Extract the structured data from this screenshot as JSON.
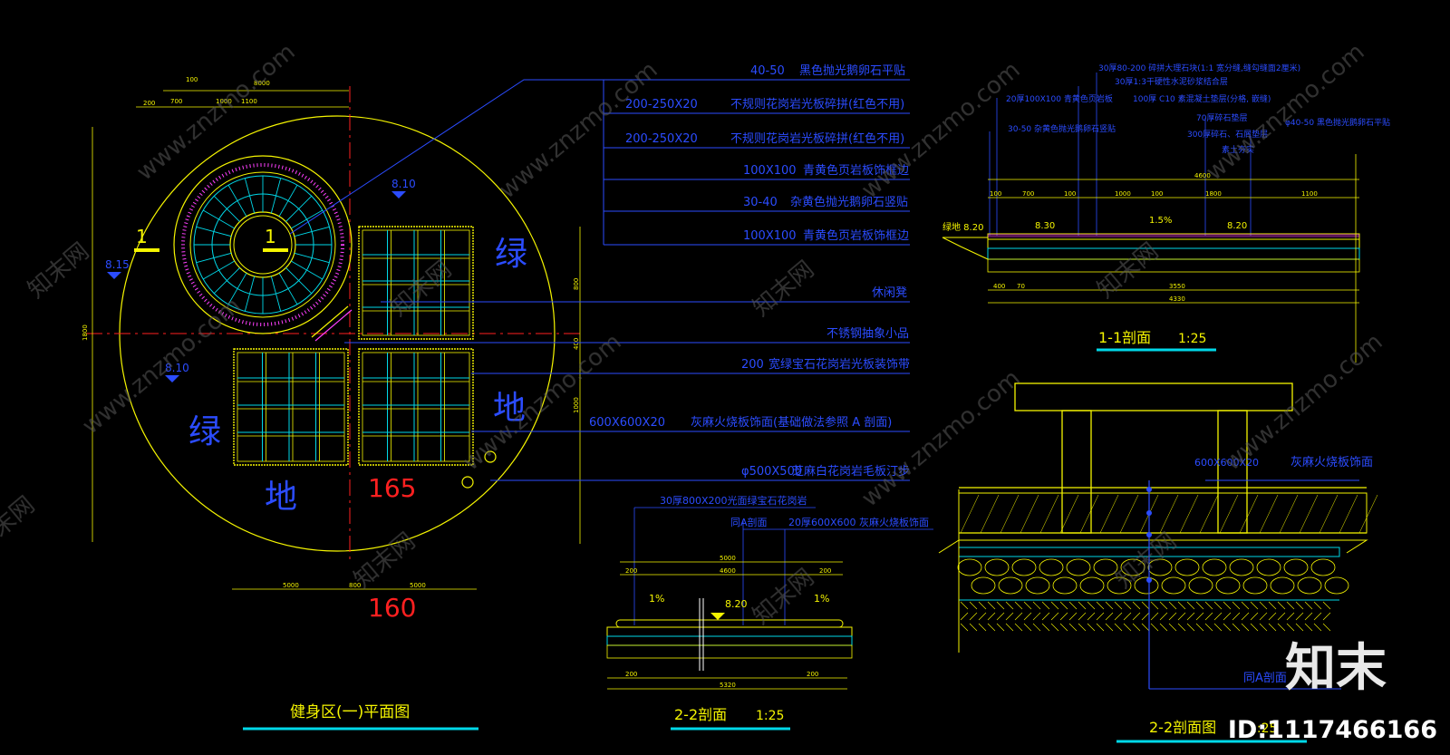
{
  "plan": {
    "title": "健身区(一)平面图",
    "dim_top": [
      "100",
      "8000",
      "200",
      "700",
      "1000",
      "1100"
    ],
    "dim_left": "1800",
    "dim_right": [
      "800",
      "400",
      "1000"
    ],
    "dim_bottom": [
      "5000",
      "800",
      "5000"
    ],
    "elev_1": "8.10",
    "elev_2": "8.15",
    "elev_3": "8.10",
    "section_mark": "1",
    "green_chars": [
      "绿",
      "地",
      "绿",
      "地"
    ],
    "red_num_1": "165",
    "red_num_2": "160"
  },
  "callouts": [
    {
      "spec": "40-50",
      "desc": "黑色抛光鹅卵石平贴"
    },
    {
      "spec": "200-250X20",
      "desc": "不规则花岗岩光板碎拼(红色不用)"
    },
    {
      "spec": "200-250X20",
      "desc": "不规则花岗岩光板碎拼(红色不用)"
    },
    {
      "spec": "100X100",
      "desc": "青黄色页岩板饰框边"
    },
    {
      "spec": "30-40",
      "desc": "杂黄色抛光鹅卵石竖贴"
    },
    {
      "spec": "100X100",
      "desc": "青黄色页岩板饰框边"
    },
    {
      "spec": "",
      "desc": "休闲凳"
    },
    {
      "spec": "",
      "desc": "不锈钢抽象小品"
    },
    {
      "spec": "200",
      "desc": "宽绿宝石花岗岩光板装饰带"
    },
    {
      "spec": "600X600X20",
      "desc": "灰麻火烧板饰面(基础做法参照 A 剖面)"
    },
    {
      "spec": "φ500X500",
      "desc": "芝麻白花岗岩毛板汀步"
    }
  ],
  "section11": {
    "title": "1-1剖面",
    "scale": "1:25",
    "notes": [
      "30厚80-200 碎拼大理石块(1:1 宽分缝,缝勾缝面2厘米)",
      "30厚1:3干硬性水泥砂浆结合层",
      "20厚100X100 青黄色页岩板",
      "100厚 C10 素混凝土垫层(分格, 嵌缝)",
      "70厚碎石垫层",
      "30-50 杂黄色抛光鹅卵石竖贴",
      "300厚碎石、石屑垫层",
      "素土夯实",
      "φ40-50 黑色抛光鹅卵石平贴"
    ],
    "dims_top": [
      "4600",
      "100",
      "700",
      "100",
      "1000",
      "100",
      "1800",
      "1100"
    ],
    "dims_bottom": [
      "400",
      "70",
      "3550",
      "4330"
    ],
    "elevs": [
      "绿地 8.20",
      "8.30",
      "1.5%",
      "8.20"
    ]
  },
  "section22": {
    "title": "2-2剖面",
    "scale": "1:25",
    "notes": [
      "30厚800X200光面绿宝石花岗岩",
      "同A剖面",
      "20厚600X600 灰麻火烧板饰面"
    ],
    "dims_top": [
      "5000",
      "200",
      "4600",
      "200"
    ],
    "dims_bottom": [
      "5320",
      "200",
      "200"
    ],
    "slopes": [
      "1%",
      "8.20",
      "1%"
    ]
  },
  "section22b": {
    "title": "2-2剖面图",
    "scale": "1:25",
    "notes": [
      "600X600X20",
      "灰麻火烧板饰面",
      "同A剖面"
    ]
  },
  "watermark": {
    "site": "www.znzmo.com",
    "brand": "知末网",
    "logo": "知末",
    "id": "ID:1117466166"
  },
  "colors": {
    "bg": "#000000",
    "yellow": "#f5f500",
    "blue": "#2b4cff",
    "cyan": "#00d8e8",
    "red": "#ff2020",
    "magenta": "#ff40ff",
    "white": "#ffffff",
    "green": "#00c800"
  }
}
